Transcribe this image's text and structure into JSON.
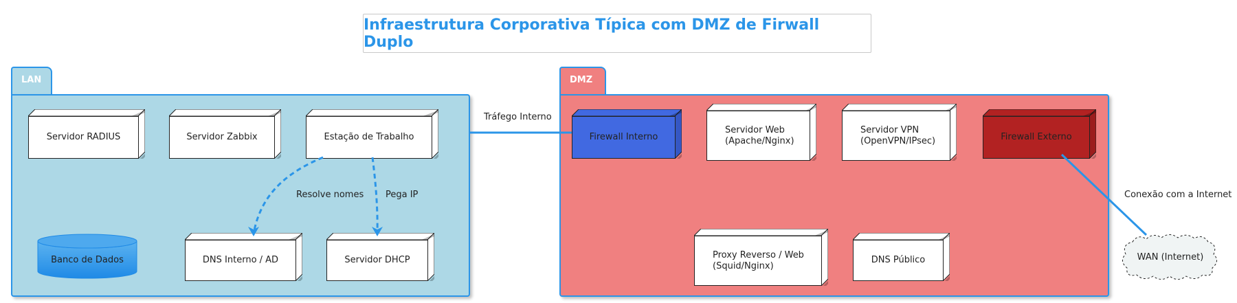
{
  "title": "Infraestrutura Corporativa Típica com DMZ de Firwall Duplo",
  "packages": {
    "lan": {
      "label": "LAN"
    },
    "dmz": {
      "label": "DMZ"
    }
  },
  "nodes": {
    "radius": "Servidor RADIUS",
    "zabbix": "Servidor Zabbix",
    "workstation": "Estação de Trabalho",
    "dns_internal": "DNS Interno / AD",
    "dhcp": "Servidor DHCP",
    "database": "Banco de Dados",
    "fw_internal": "Firewall Interno",
    "web_server": "Servidor Web\n(Apache/Nginx)",
    "vpn_server": "Servidor VPN\n(OpenVPN/IPsec)",
    "fw_external": "Firewall Externo",
    "proxy": "Proxy Reverso / Web\n(Squid/Nginx)",
    "dns_public": "DNS Público",
    "wan": "WAN (Internet)"
  },
  "edges": {
    "resolve": "Resolve nomes",
    "dhcp_ip": "Pega IP",
    "internal_traffic": "Tráfego Interno",
    "internet": "Conexão com a Internet"
  },
  "colors": {
    "accent": "#2b95e8",
    "lan_fill": "#add8e6",
    "dmz_fill": "#f08080",
    "fw_internal_fill": "#4169e1",
    "fw_external_fill": "#b22222"
  }
}
